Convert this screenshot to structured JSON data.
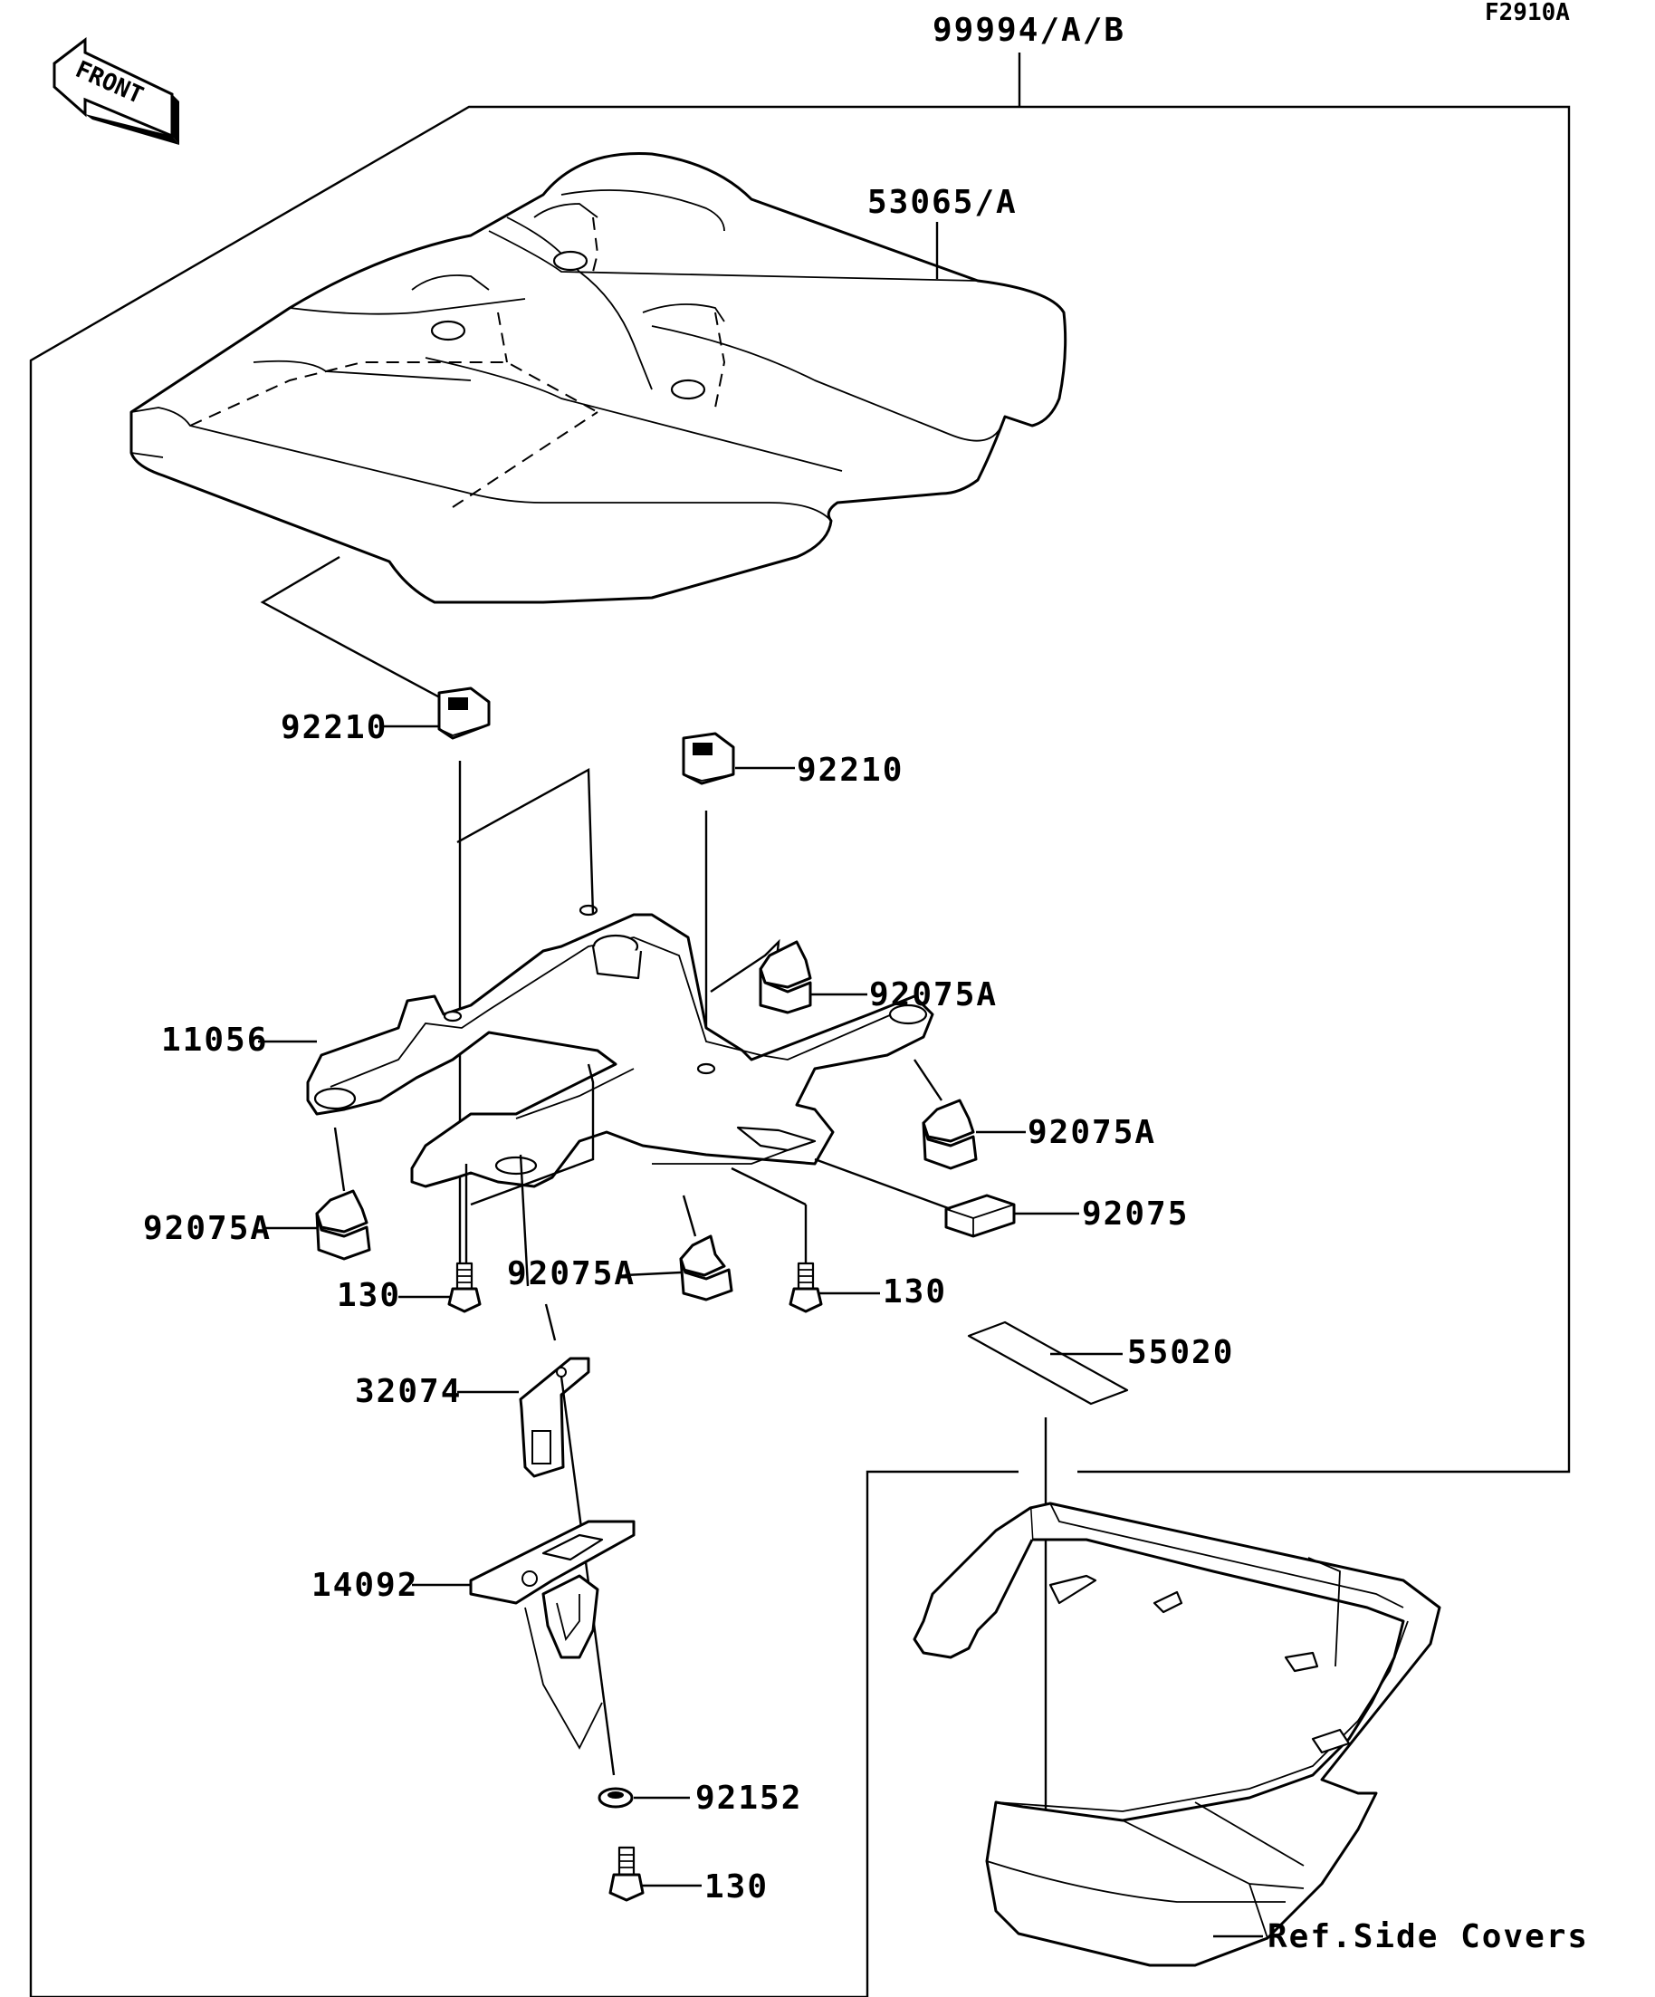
{
  "diagram_code": "F2910A",
  "front_marker": "FRONT",
  "assembly_label": "99994/A/B",
  "reference_note": "Ref.Side Covers",
  "parts": {
    "seat_cover": "53065/A",
    "clip_nut_left": "92210",
    "clip_nut_right": "92210",
    "damper_upper_right": "92075A",
    "bracket": "11056",
    "damper_mid_right": "92075A",
    "damper_rect": "92075",
    "damper_left": "92075A",
    "damper_center": "92075A",
    "bolt_left": "130",
    "bolt_right": "130",
    "pad": "55020",
    "plate": "32074",
    "cover_lock": "14092",
    "washer": "92152",
    "bolt_bottom": "130"
  }
}
